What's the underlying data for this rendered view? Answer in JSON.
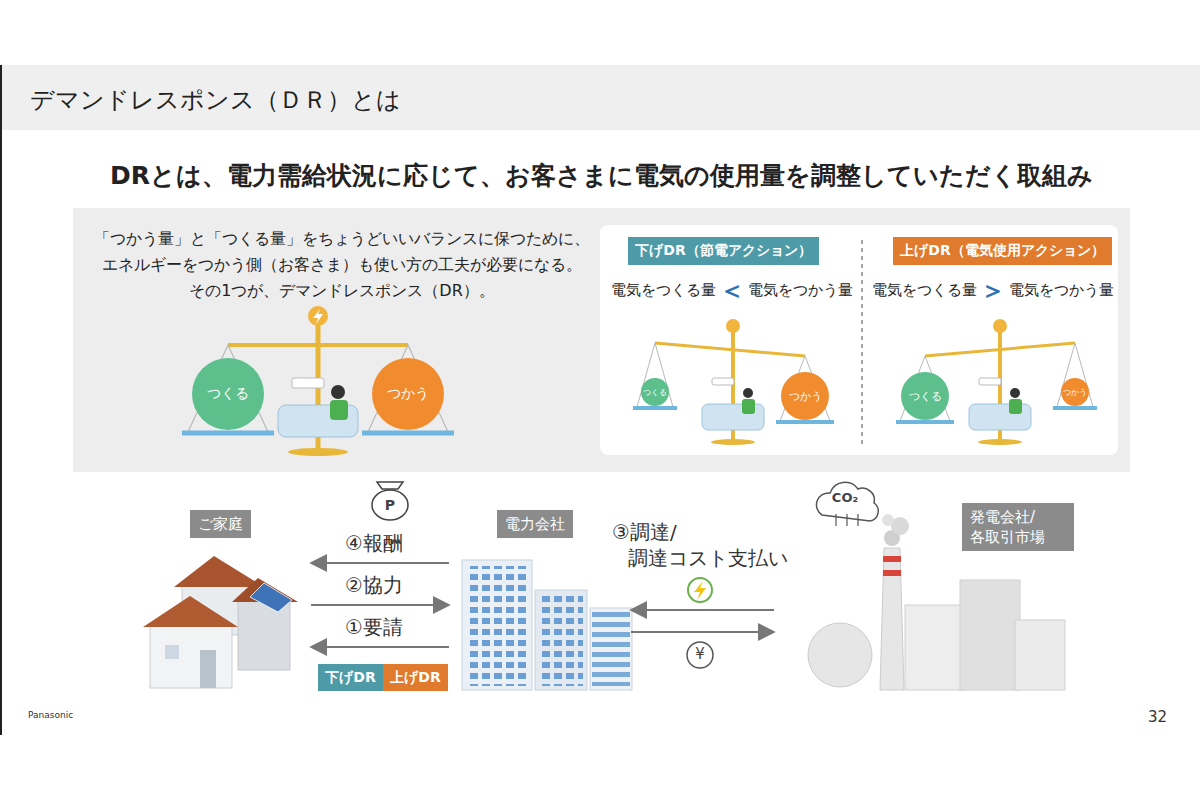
{
  "diagram": {
    "title": "デマンドレスポンス（ＤＲ）とは",
    "nodes": [
      {
        "text": [
          "「つかう量」と「つくる量」をちょうどいいバランスに保つために、 エネルギーをつかう側（お客さま）も使い方の工夫が必要になる。 その1つが、デマンドレスポンス（DR）。"
        ]
      },
      {
        "text": [
          "つくる"
        ],
        "in": 0
      },
      {
        "text": [
          "つかう"
        ],
        "in": 0
      },
      {
        "text": [
          "下げDR（節電アクション）"
        ],
        "in": 0
      },
      {
        "text": [
          "上げDR（電気使用アクション）"
        ],
        "in": 0
      },
      {
        "text": [
          "つくる"
        ],
        "in": 0
      },
      {
        "text": [
          "つかう"
        ],
        "in": 0
      },
      {
        "text": [
          "つくる"
        ],
        "in": 0
      },
      {
        "text": [
          "つかう"
        ],
        "in": 0
      },
      {
        "text": [
          "ご家庭"
        ]
      },
      {
        "text": [
          "電力会社"
        ]
      },
      {
        "text": [
          "発電会社/ 各取引市場"
        ]
      },
      {
        "text": [
          "下げDR"
        ]
      },
      {
        "text": [
          "上げDR"
        ]
      }
    ],
    "edges": [
      {
        "from": 10,
        "to": 9,
        "arrow": "to",
        "label": "④報酬"
      },
      {
        "from": 9,
        "to": 10,
        "arrow": "to",
        "label": "②協力"
      },
      {
        "from": 10,
        "to": 9,
        "arrow": "to",
        "label": "①要請"
      },
      {
        "from": 11,
        "to": 10,
        "arrow": "to",
        "label": "③調達/ 調達コスト支払い"
      },
      {
        "from": 10,
        "to": 11,
        "arrow": "to"
      }
    ],
    "labels": [
      "DRとは、電力需給状況に応じて、お客さまに電気の使用量を調整していただく取組み",
      "電気をつくる量",
      "＜",
      "電気をつかう量",
      "電気をつくる量",
      "＞",
      "電気をつかう量",
      "P",
      "CO₂",
      "¥",
      "Panasonic",
      "32"
    ]
  }
}
